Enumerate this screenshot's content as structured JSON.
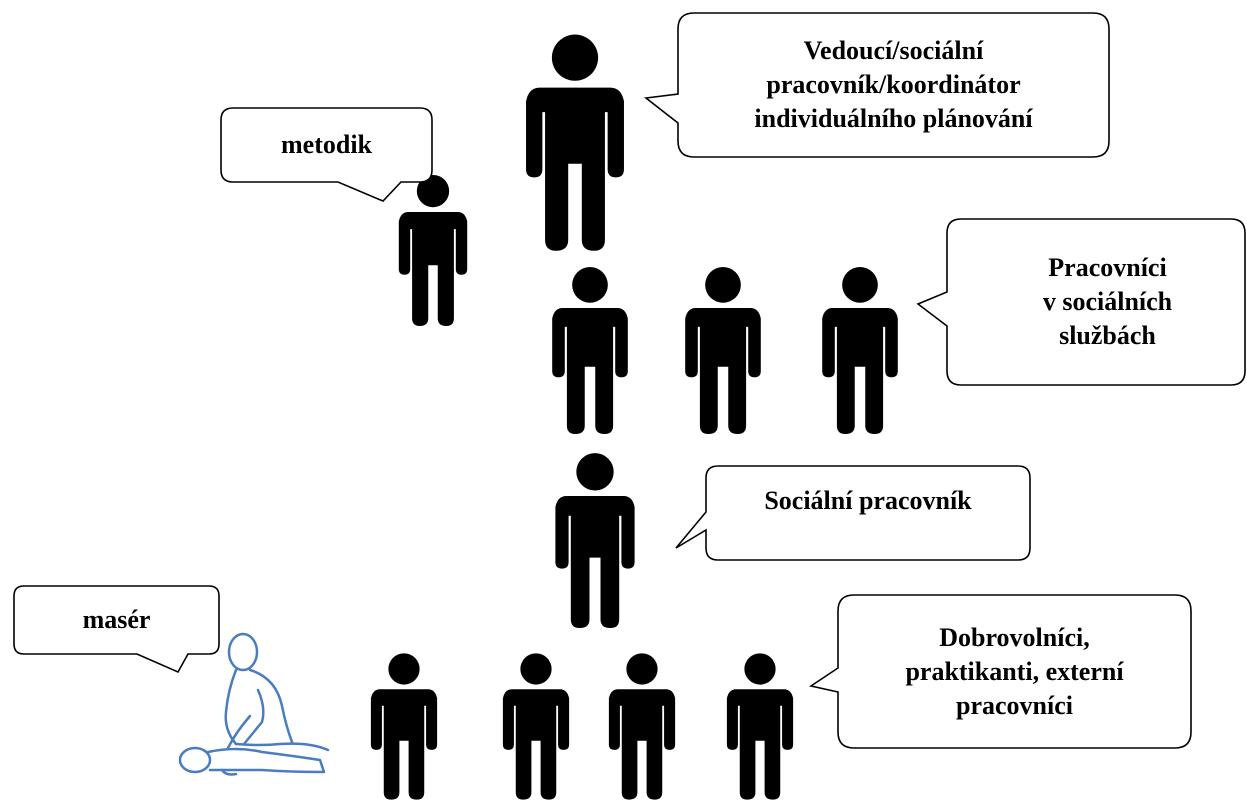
{
  "bubbles": {
    "leader": "Vedoucí/sociální\npracovník/koordinátor\nindividuálního plánování",
    "methodist": "metodik",
    "social_services_workers": "Pracovníci\nv sociálních\nslužbách",
    "social_worker": "Sociální pracovník",
    "masseur": "masér",
    "volunteers": "Dobrovolníci,\npraktikanti, externí\npracovníci"
  },
  "icons": {
    "person": "person-icon",
    "masseur": "massage-icon"
  },
  "colors": {
    "figure": "#000000",
    "masseur_outline": "#4a7cc0",
    "bubble_stroke": "#000000"
  }
}
